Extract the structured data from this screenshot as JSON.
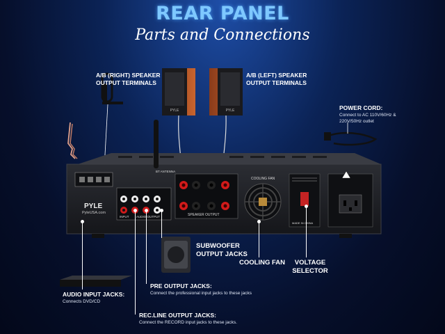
{
  "header": {
    "title": "REAR PANEL",
    "subtitle": "Parts and Connections"
  },
  "labels": {
    "right_speaker": "A/B (Right) SPEAKER OUTPUT TERMINALS",
    "left_speaker": "A/B (Left) SPEAKER OUTPUT TERMINALS",
    "power_cord": "POWER CORD:",
    "power_cord_desc": "Connect to AC 110V/60Hz & 220V/50Hz outlet",
    "subwoofer": "SUBWOOFER OUTPUT JACKS",
    "cooling_fan": "COOLING FAN",
    "voltage_selector": "VOLTAGE SELECTOR",
    "pre_output": "PRE OUTPUT JACKS:",
    "pre_output_desc": "Connect the professional input jacks to these jacks",
    "audio_input": "AUDIO INPUT JACKS:",
    "audio_input_desc": "Connects DVD/CD",
    "rec_line": "REC.LINE OUTPUT JACKS:",
    "rec_line_desc": "Connect the RECORD input jacks to these jacks."
  },
  "panel_text": {
    "brand": "PYLE",
    "website": "PyleUSA.com",
    "cooling_fan": "COOLING FAN",
    "speaker_output": "SPEAKER OUTPUT",
    "audio_output": "AUDIO OUTPUT",
    "input": "INPUT",
    "antenna": "BT ANTENNA",
    "made_in": "MADE IN CHINA"
  },
  "colors": {
    "title": "#7ec8ff",
    "background": "#0b2356",
    "terminal_red": "#d11a1a"
  }
}
